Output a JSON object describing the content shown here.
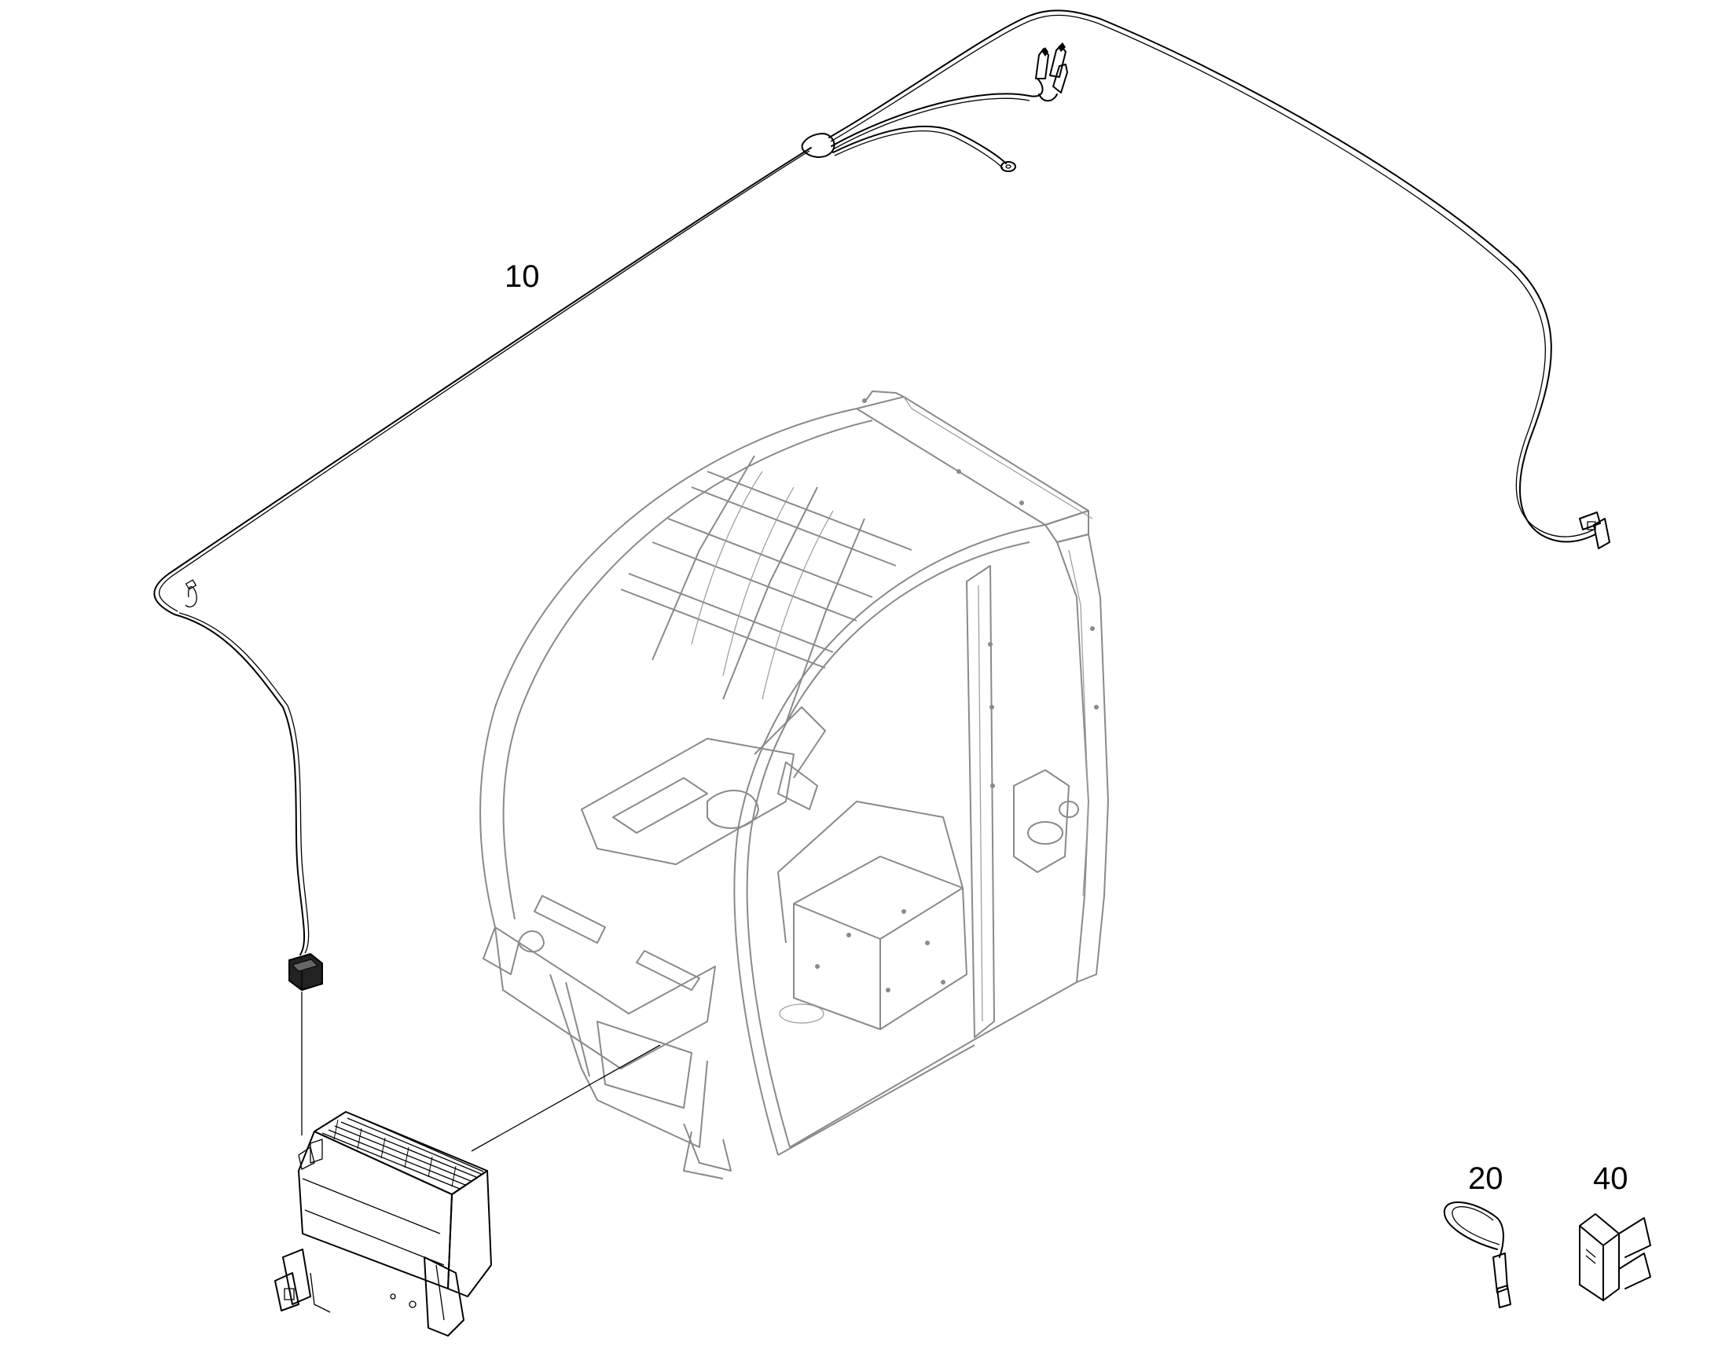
{
  "diagram": {
    "callouts": [
      {
        "id": "harness",
        "label": "10"
      },
      {
        "id": "cable-tie",
        "label": "20"
      },
      {
        "id": "fuse",
        "label": "40"
      }
    ],
    "colors": {
      "line": "#000000",
      "cab_outline": "#8a8a8a",
      "background": "#ffffff"
    }
  }
}
